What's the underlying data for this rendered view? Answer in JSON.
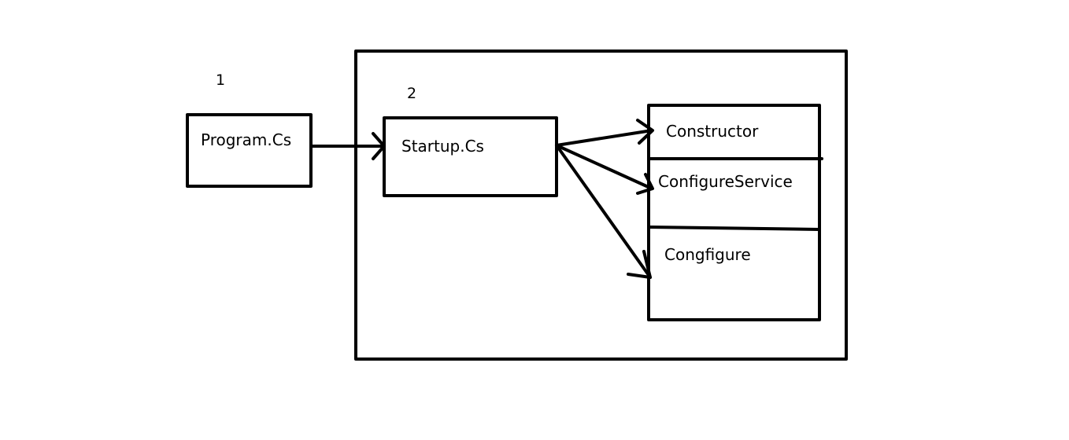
{
  "diagram": {
    "step1_label": "1",
    "step2_label": "2",
    "program_box": {
      "label": "Program.Cs"
    },
    "startup_box": {
      "label": "Startup.Cs"
    },
    "methods": [
      {
        "label": "Constructor"
      },
      {
        "label": "ConfigureService"
      },
      {
        "label": "Congfigure"
      }
    ],
    "stroke_color": "#000000",
    "background_color": "#ffffff"
  }
}
